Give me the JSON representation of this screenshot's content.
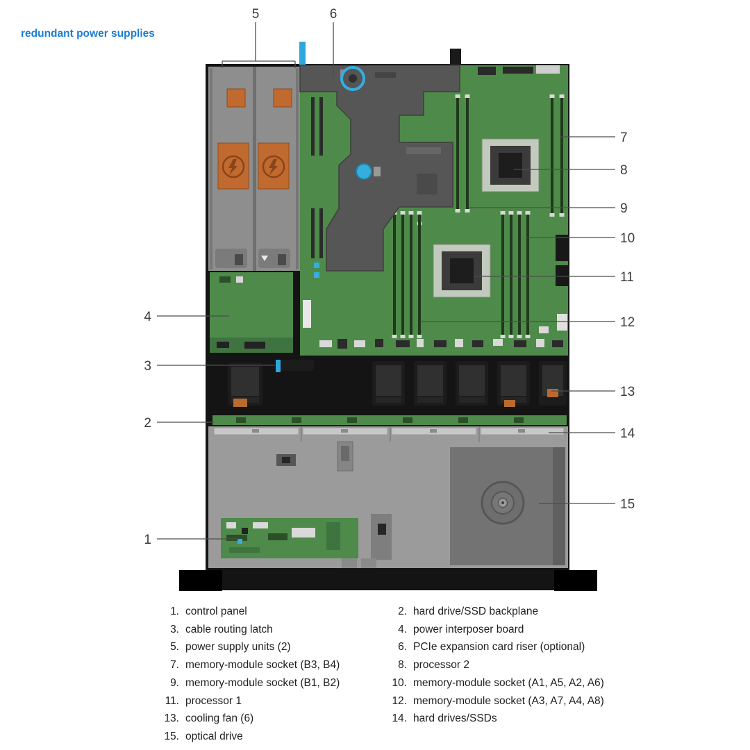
{
  "title": "redundant power supplies",
  "callouts": [
    "1",
    "2",
    "3",
    "4",
    "5",
    "6",
    "7",
    "8",
    "9",
    "10",
    "11",
    "12",
    "13",
    "14",
    "15"
  ],
  "legend": [
    {
      "num": "1.",
      "label": "control panel"
    },
    {
      "num": "2.",
      "label": "hard drive/SSD backplane"
    },
    {
      "num": "3.",
      "label": "cable routing latch"
    },
    {
      "num": "4.",
      "label": "power interposer board"
    },
    {
      "num": "5.",
      "label": "power supply units (2)"
    },
    {
      "num": "6.",
      "label": "PCIe expansion card riser (optional)"
    },
    {
      "num": "7.",
      "label": "memory-module socket (B3, B4)"
    },
    {
      "num": "8.",
      "label": "processor 2"
    },
    {
      "num": "9.",
      "label": "memory-module socket (B1, B2)"
    },
    {
      "num": "10.",
      "label": "memory-module socket (A1, A5, A2, A6)"
    },
    {
      "num": "11.",
      "label": "processor 1"
    },
    {
      "num": "12.",
      "label": "memory-module socket (A3, A7, A4, A8)"
    },
    {
      "num": "13.",
      "label": "cooling fan (6)"
    },
    {
      "num": "14.",
      "label": "hard drives/SSDs"
    },
    {
      "num": "15.",
      "label": "optical drive"
    }
  ],
  "colors": {
    "title_blue": "#1b7ed0",
    "board_green": "#4e8a49",
    "psu_gray": "#8e8e8e",
    "psu_orange": "#c06a30",
    "riser_gray": "#565656",
    "accent_blue": "#35aede",
    "chassis_black": "#141414",
    "bay_gray": "#9b9b9b",
    "callout_text": "#3a3a3a"
  }
}
